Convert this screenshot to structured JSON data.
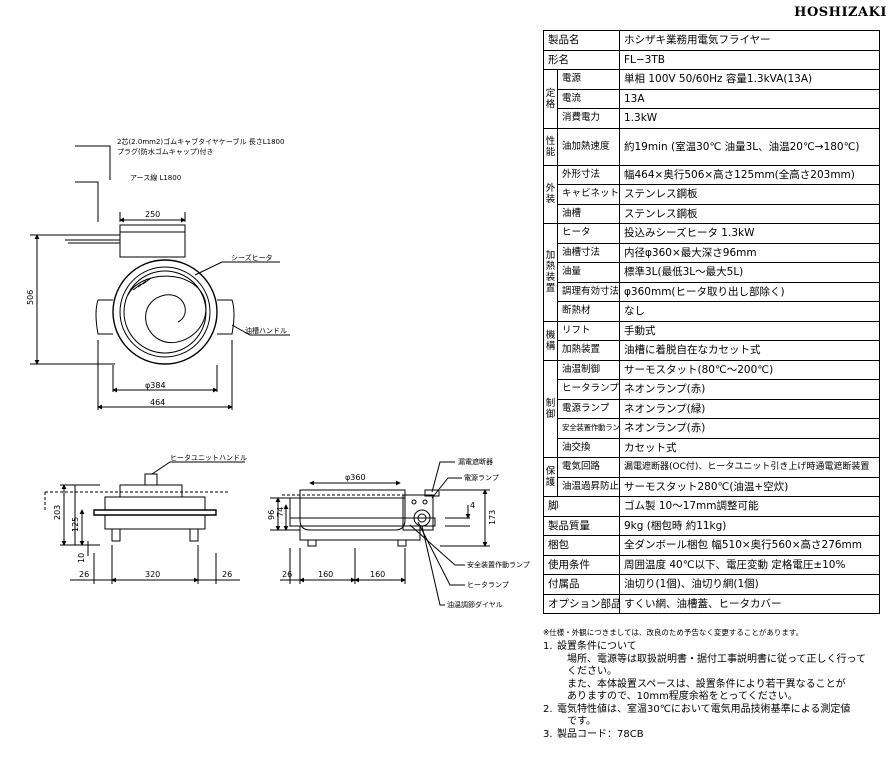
{
  "brand": "HOSHIZAKI",
  "drawing_labels": {
    "cable": "2芯(2.0mm2)ゴムキャブタイヤケーブル 長さL1800",
    "plug": "プラグ(防水ゴムキャップ)付き",
    "earth": "アース線 L1800",
    "dim_250": "250",
    "dim_506": "506",
    "heater_label": "シーズヒータ",
    "handle_label": "油槽ハンドル",
    "dim_384": "φ384",
    "dim_464": "464",
    "heater_unit_handle": "ヒータユニットハンドル",
    "dim_203": "203",
    "dim_125": "125",
    "dim_10": "10",
    "dim_26a": "26",
    "dim_320": "320",
    "dim_26b": "26",
    "dim_360": "φ360",
    "dim_96": "96",
    "dim_74": "74",
    "dim_4": "4",
    "dim_173": "173",
    "dim_26c": "26",
    "dim_160a": "160",
    "dim_160b": "160",
    "breaker": "漏電遮断器",
    "power_lamp": "電源ランプ",
    "safety_lamp": "安全装置作動ランプ",
    "heater_lamp": "ヒータランプ",
    "dial": "油温調節ダイヤル"
  },
  "spec": {
    "product_name_label": "製品名",
    "product_name": "ホシザキ業務用電気フライヤー",
    "model_label": "形名",
    "model": "FL−3TB",
    "rating_cat": "定格",
    "power_source_label": "電源",
    "power_source": "単相 100V 50/60Hz 容量1.3kVA(13A)",
    "current_label": "電流",
    "current": "13A",
    "consumption_label": "消費電力",
    "consumption": "1.3kW",
    "performance_cat": "性能",
    "heating_speed_label": "油加熱速度",
    "heating_speed": "約19min (室温30℃ 油量3L、油温20℃→180℃)",
    "exterior_cat": "外装",
    "dimensions_label": "外形寸法",
    "dimensions": "幅464×奥行506×高さ125mm(全高さ203mm)",
    "cabinet_label": "キャビネット",
    "cabinet": "ステンレス鋼板",
    "oil_tank_label": "油槽",
    "oil_tank": "ステンレス鋼板",
    "heating_cat": "加熱装置",
    "heater_label": "ヒータ",
    "heater": "投込みシーズヒータ 1.3kW",
    "tank_dim_label": "油槽寸法",
    "tank_dim": "内径φ360×最大深さ96mm",
    "oil_amount_label": "油量",
    "oil_amount": "標準3L(最低3L〜最大5L)",
    "effective_label": "調理有効寸法",
    "effective": "φ360mm(ヒータ取り出し部除く)",
    "insulation_label": "断熱材",
    "insulation": "なし",
    "mechanism_cat": "機構",
    "lift_label": "リフト",
    "lift": "手動式",
    "heating_device_label": "加熱装置",
    "heating_device": "油槽に着脱自在なカセット式",
    "control_cat": "制御",
    "oil_temp_label": "油温制御",
    "oil_temp": "サーモスタット(80℃〜200℃)",
    "heater_lamp_label": "ヒータランプ",
    "heater_lamp": "ネオンランプ(赤)",
    "power_lamp_label": "電源ランプ",
    "power_lamp": "ネオンランプ(緑)",
    "safety_lamp_label": "安全装置作動ランプ",
    "safety_lamp": "ネオンランプ(赤)",
    "oil_change_label": "油交換",
    "oil_change": "カセット式",
    "protection_cat": "保護",
    "circuit_label": "電気回路",
    "circuit": "漏電遮断器(OC付)、ヒータユニット引き上げ時通電遮断装置",
    "overheat_label": "油温過昇防止",
    "overheat": "サーモスタット280℃(油温+空炊)",
    "legs_label": "脚",
    "legs": "ゴム製 10〜17mm調整可能",
    "weight_label": "製品質量",
    "weight": "9kg (梱包時 約11kg)",
    "packing_label": "梱包",
    "packing": "全ダンボール梱包 幅510×奥行560×高さ276mm",
    "conditions_label": "使用条件",
    "conditions": "周囲温度 40℃以下、電圧変動 定格電圧±10%",
    "accessories_label": "付属品",
    "accessories": "油切り(1個)、油切り網(1個)",
    "options_label": "オプション部品",
    "options": "すくい網、油槽蓋、ヒータカバー"
  },
  "note_star": "※仕様・外観につきましては、改良のため予告なく変更することがあります。",
  "notes": [
    {
      "num": "1.",
      "text": "設置条件について\n　場所、電源等は取扱説明書・据付工事説明書に従って正しく行って\n　ください。\n　また、本体設置スペースは、設置条件により若干異なることが\n　ありますので、10mm程度余裕をとってください。"
    },
    {
      "num": "2.",
      "text": "電気特性値は、室温30℃において電気用品技術基準による測定値\n　です。"
    },
    {
      "num": "3.",
      "text": "製品コード：78CB"
    }
  ]
}
